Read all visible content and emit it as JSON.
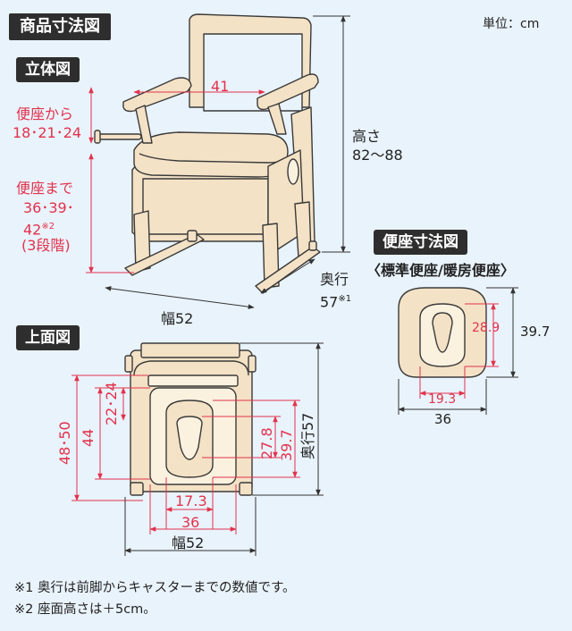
{
  "header": {
    "title": "商品寸法図",
    "unit": "単位：cm"
  },
  "perspective": {
    "label": "立体図",
    "armrest_width": "41",
    "armrest_height_caption": "便座から",
    "armrest_height_values": "18･21･24",
    "seat_height_caption": "便座まで",
    "seat_height_values_1": "36･39･",
    "seat_height_values_2": "42",
    "seat_height_note_mark": "※2",
    "seat_height_steps": "(3段階)",
    "height_caption": "高さ",
    "height_values": "82～88",
    "width": "幅52",
    "depth_caption": "奥行",
    "depth_value": "57",
    "depth_note_mark": "※1"
  },
  "top_view": {
    "label": "上面図",
    "dim_48_50": "48･50",
    "dim_44": "44",
    "dim_22_24": "22･24",
    "dim_27_8": "27.8",
    "dim_39_7": "39.7",
    "depth": "奥行57",
    "dim_17_3": "17.3",
    "dim_36": "36",
    "width": "幅52"
  },
  "seat": {
    "label": "便座寸法図",
    "subtitle": "〈標準便座/暖房便座〉",
    "dim_28_9": "28.9",
    "dim_39_7": "39.7",
    "dim_19_3": "19.3",
    "dim_36": "36"
  },
  "notes": [
    "※1  奥行は前脚からキャスターまでの数値です。",
    "※2  座面高さは＋5cm。"
  ],
  "colors": {
    "background": "#e9f3fb",
    "furniture_fill": "#f4e2c6",
    "outline": "#3a3a3a",
    "dimension_red": "#e2324c",
    "header_bg": "#2e2e2e"
  }
}
